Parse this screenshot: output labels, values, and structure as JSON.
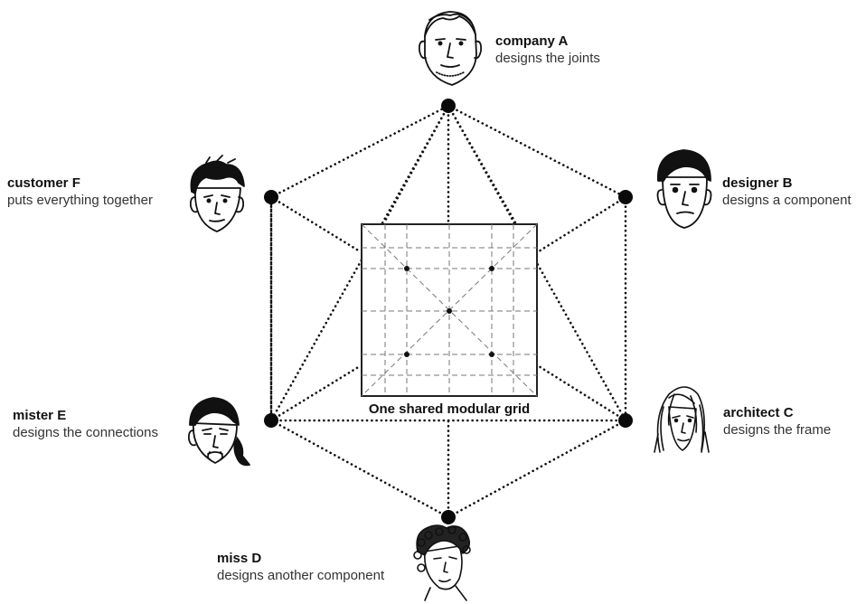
{
  "grid_caption": "One shared modular grid",
  "participants": {
    "a": {
      "role": "company A",
      "task": "designs the joints",
      "icon": "man-head-icon"
    },
    "b": {
      "role": "designer B",
      "task": "designs a component",
      "icon": "young-man-head-icon"
    },
    "c": {
      "role": "architect C",
      "task": "designs the frame",
      "icon": "woman-head-icon"
    },
    "d": {
      "role": "miss D",
      "task": "designs another component",
      "icon": "curly-hair-woman-head-icon"
    },
    "e": {
      "role": "mister E",
      "task": "designs the connections",
      "icon": "man-topknot-head-icon"
    },
    "f": {
      "role": "customer F",
      "task": "puts everything together",
      "icon": "boy-head-icon"
    }
  },
  "colors": {
    "line": "#111111",
    "grid": "#888888",
    "text": "#222222"
  }
}
